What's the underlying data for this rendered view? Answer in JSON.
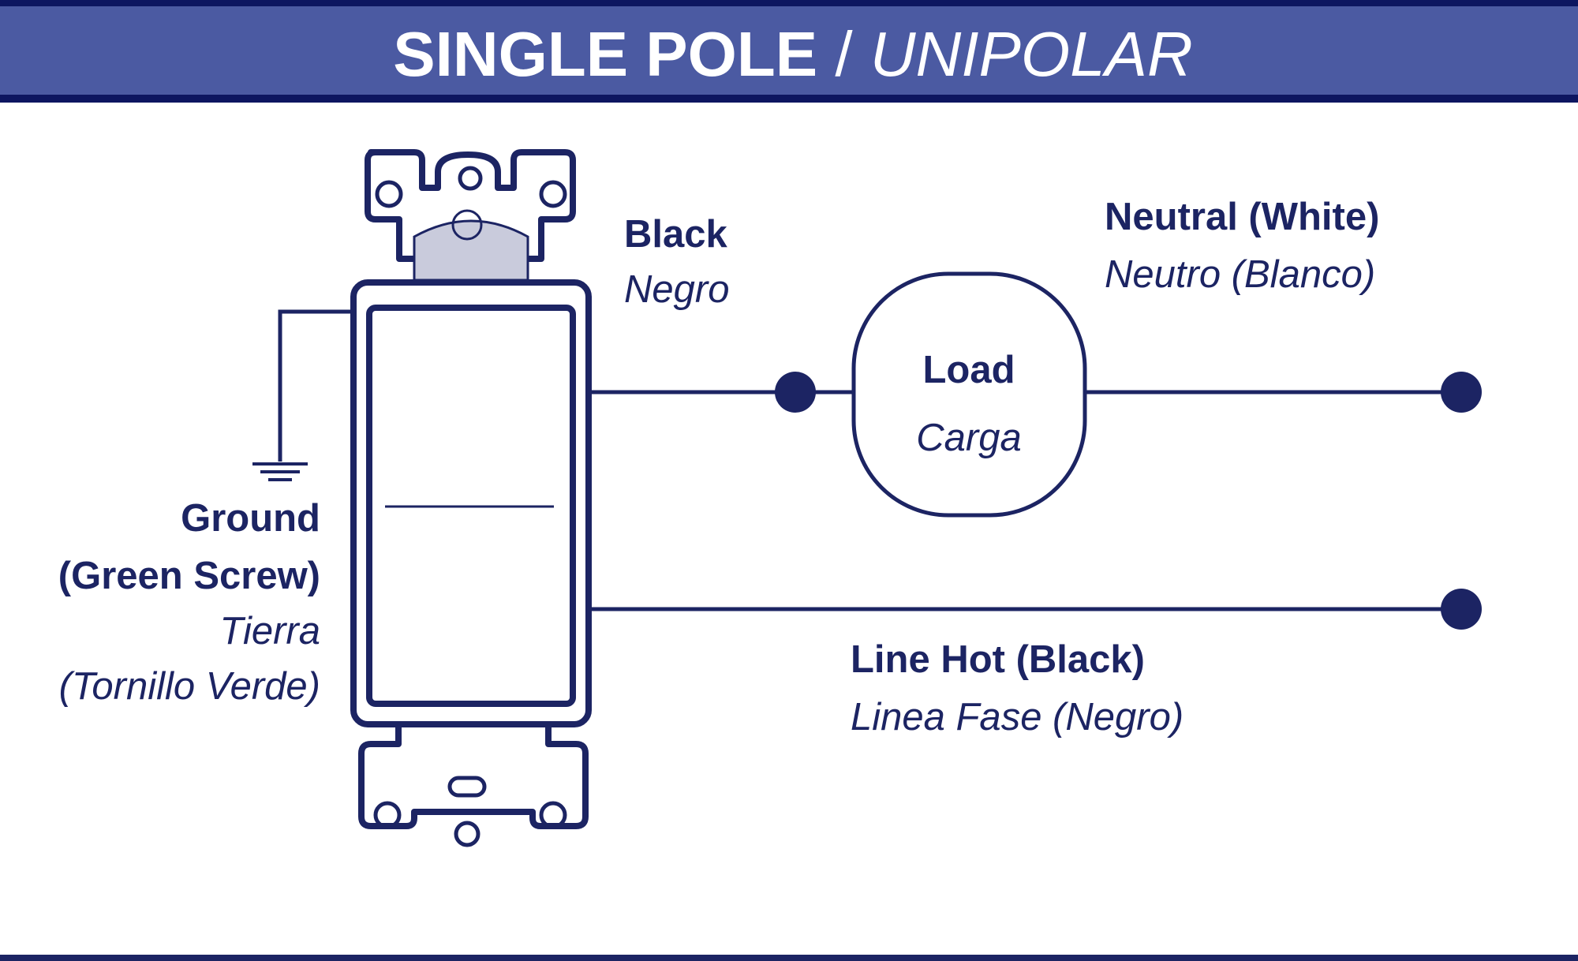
{
  "header": {
    "title_en": "SINGLE POLE",
    "separator": " / ",
    "title_es": "UNIPOLAR"
  },
  "labels": {
    "black_en": "Black",
    "black_es": "Negro",
    "neutral_en": "Neutral (White)",
    "neutral_es": "Neutro (Blanco)",
    "load_en": "Load",
    "load_es": "Carga",
    "line_en": "Line Hot (Black)",
    "line_es": "Linea Fase (Negro)",
    "ground_en_1": "Ground",
    "ground_en_2": "(Green Screw)",
    "ground_es_1": "Tierra",
    "ground_es_2": "(Tornillo Verde)"
  },
  "colors": {
    "header_bg": "#4b5aa2",
    "line": "#1c2463"
  }
}
